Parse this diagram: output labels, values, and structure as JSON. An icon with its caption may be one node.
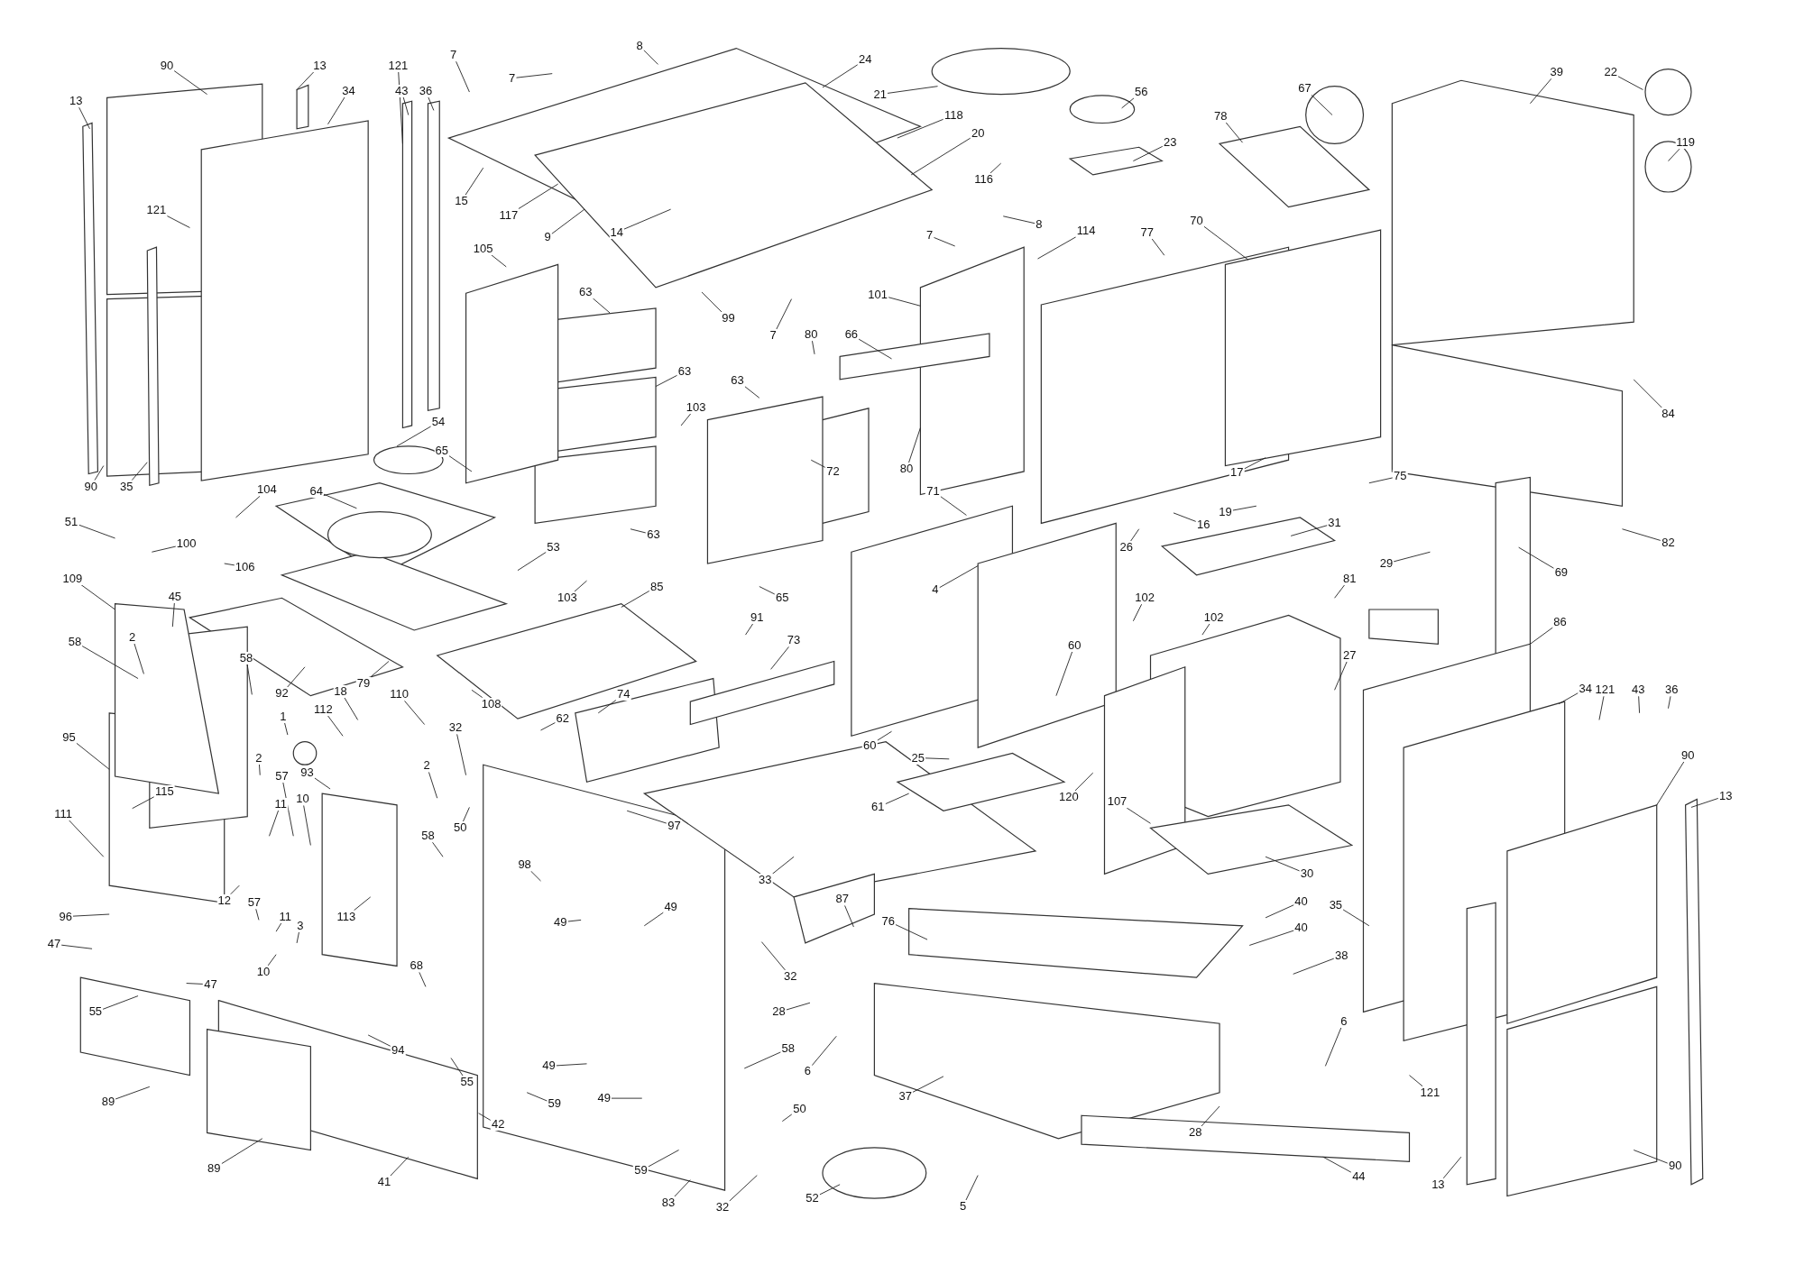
{
  "diagram": {
    "nodes": [
      {
        "text": [
          "90"
        ]
      },
      {
        "text": [
          "13"
        ]
      },
      {
        "text": [
          "121"
        ]
      },
      {
        "text": [
          "43"
        ]
      },
      {
        "text": [
          "36"
        ]
      },
      {
        "text": [
          "7"
        ]
      },
      {
        "text": [
          "8"
        ]
      },
      {
        "text": [
          "24"
        ]
      },
      {
        "text": [
          "39"
        ]
      },
      {
        "text": [
          "22"
        ]
      },
      {
        "text": [
          "7"
        ]
      },
      {
        "text": [
          "21"
        ]
      },
      {
        "text": [
          "56"
        ]
      },
      {
        "text": [
          "67"
        ]
      },
      {
        "text": [
          "34"
        ]
      },
      {
        "text": [
          "13"
        ]
      },
      {
        "text": [
          "118"
        ]
      },
      {
        "text": [
          "78"
        ]
      },
      {
        "text": [
          "119"
        ]
      },
      {
        "text": [
          "23"
        ]
      },
      {
        "text": [
          "20"
        ]
      },
      {
        "text": [
          "116"
        ]
      },
      {
        "text": [
          "15"
        ]
      },
      {
        "text": [
          "117"
        ]
      },
      {
        "text": [
          "9"
        ]
      },
      {
        "text": [
          "14"
        ]
      },
      {
        "text": [
          "121"
        ]
      },
      {
        "text": [
          "8"
        ]
      },
      {
        "text": [
          "7"
        ]
      },
      {
        "text": [
          "114"
        ]
      },
      {
        "text": [
          "77"
        ]
      },
      {
        "text": [
          "70"
        ]
      },
      {
        "text": [
          "105"
        ]
      },
      {
        "text": [
          "63"
        ]
      },
      {
        "text": [
          "101"
        ]
      },
      {
        "text": [
          "99"
        ]
      },
      {
        "text": [
          "66"
        ]
      },
      {
        "text": [
          "80"
        ]
      },
      {
        "text": [
          "7"
        ]
      },
      {
        "text": [
          "63"
        ]
      },
      {
        "text": [
          "63"
        ]
      },
      {
        "text": [
          "103"
        ]
      },
      {
        "text": [
          "84"
        ]
      },
      {
        "text": [
          "54"
        ]
      },
      {
        "text": [
          "65"
        ]
      },
      {
        "text": [
          "80"
        ]
      },
      {
        "text": [
          "72"
        ]
      },
      {
        "text": [
          "17"
        ]
      },
      {
        "text": [
          "75"
        ]
      },
      {
        "text": [
          "90"
        ]
      },
      {
        "text": [
          "35"
        ]
      },
      {
        "text": [
          "104"
        ]
      },
      {
        "text": [
          "64"
        ]
      },
      {
        "text": [
          "71"
        ]
      },
      {
        "text": [
          "19"
        ]
      },
      {
        "text": [
          "16"
        ]
      },
      {
        "text": [
          "31"
        ]
      },
      {
        "text": [
          "51"
        ]
      },
      {
        "text": [
          "63"
        ]
      },
      {
        "text": [
          "82"
        ]
      },
      {
        "text": [
          "100"
        ]
      },
      {
        "text": [
          "26"
        ]
      },
      {
        "text": [
          "53"
        ]
      },
      {
        "text": [
          "29"
        ]
      },
      {
        "text": [
          "106"
        ]
      },
      {
        "text": [
          "69"
        ]
      },
      {
        "text": [
          "109"
        ]
      },
      {
        "text": [
          "85"
        ]
      },
      {
        "text": [
          "81"
        ]
      },
      {
        "text": [
          "4"
        ]
      },
      {
        "text": [
          "45"
        ]
      },
      {
        "text": [
          "102"
        ]
      },
      {
        "text": [
          "103"
        ]
      },
      {
        "text": [
          "65"
        ]
      },
      {
        "text": [
          "91"
        ]
      },
      {
        "text": [
          "102"
        ]
      },
      {
        "text": [
          "86"
        ]
      },
      {
        "text": [
          "2"
        ]
      },
      {
        "text": [
          "58"
        ]
      },
      {
        "text": [
          "73"
        ]
      },
      {
        "text": [
          "60"
        ]
      },
      {
        "text": [
          "27"
        ]
      },
      {
        "text": [
          "92"
        ]
      },
      {
        "text": [
          "79"
        ]
      },
      {
        "text": [
          "58"
        ]
      },
      {
        "text": [
          "18"
        ]
      },
      {
        "text": [
          "110"
        ]
      },
      {
        "text": [
          "108"
        ]
      },
      {
        "text": [
          "74"
        ]
      },
      {
        "text": [
          "34"
        ]
      },
      {
        "text": [
          "121"
        ]
      },
      {
        "text": [
          "43"
        ]
      },
      {
        "text": [
          "36"
        ]
      },
      {
        "text": [
          "1"
        ]
      },
      {
        "text": [
          "112"
        ]
      },
      {
        "text": [
          "62"
        ]
      },
      {
        "text": [
          "32"
        ]
      },
      {
        "text": [
          "2"
        ]
      },
      {
        "text": [
          "93"
        ]
      },
      {
        "text": [
          "60"
        ]
      },
      {
        "text": [
          "95"
        ]
      },
      {
        "text": [
          "90"
        ]
      },
      {
        "text": [
          "2"
        ]
      },
      {
        "text": [
          "25"
        ]
      },
      {
        "text": [
          "115"
        ]
      },
      {
        "text": [
          "57"
        ]
      },
      {
        "text": [
          "13"
        ]
      },
      {
        "text": [
          "120"
        ]
      },
      {
        "text": [
          "107"
        ]
      },
      {
        "text": [
          "10"
        ]
      },
      {
        "text": [
          "11"
        ]
      },
      {
        "text": [
          "61"
        ]
      },
      {
        "text": [
          "97"
        ]
      },
      {
        "text": [
          "50"
        ]
      },
      {
        "text": [
          "111"
        ]
      },
      {
        "text": [
          "58"
        ]
      },
      {
        "text": [
          "98"
        ]
      },
      {
        "text": [
          "30"
        ]
      },
      {
        "text": [
          "33"
        ]
      },
      {
        "text": [
          "87"
        ]
      },
      {
        "text": [
          "12"
        ]
      },
      {
        "text": [
          "57"
        ]
      },
      {
        "text": [
          "35"
        ]
      },
      {
        "text": [
          "49"
        ]
      },
      {
        "text": [
          "113"
        ]
      },
      {
        "text": [
          "11"
        ]
      },
      {
        "text": [
          "96"
        ]
      },
      {
        "text": [
          "49"
        ]
      },
      {
        "text": [
          "3"
        ]
      },
      {
        "text": [
          "40"
        ]
      },
      {
        "text": [
          "47"
        ]
      },
      {
        "text": [
          "76"
        ]
      },
      {
        "text": [
          "38"
        ]
      },
      {
        "text": [
          "40"
        ]
      },
      {
        "text": [
          "68"
        ]
      },
      {
        "text": [
          "10"
        ]
      },
      {
        "text": [
          "32"
        ]
      },
      {
        "text": [
          "47"
        ]
      },
      {
        "text": [
          "55"
        ]
      },
      {
        "text": [
          "28"
        ]
      },
      {
        "text": [
          "6"
        ]
      },
      {
        "text": [
          "6"
        ]
      },
      {
        "text": [
          "58"
        ]
      },
      {
        "text": [
          "94"
        ]
      },
      {
        "text": [
          "49"
        ]
      },
      {
        "text": [
          "55"
        ]
      },
      {
        "text": [
          "121"
        ]
      },
      {
        "text": [
          "37"
        ]
      },
      {
        "text": [
          "89"
        ]
      },
      {
        "text": [
          "59"
        ]
      },
      {
        "text": [
          "49"
        ]
      },
      {
        "text": [
          "50"
        ]
      },
      {
        "text": [
          "42"
        ]
      },
      {
        "text": [
          "28"
        ]
      },
      {
        "text": [
          "89"
        ]
      },
      {
        "text": [
          "90"
        ]
      },
      {
        "text": [
          "44"
        ]
      },
      {
        "text": [
          "41"
        ]
      },
      {
        "text": [
          "59"
        ]
      },
      {
        "text": [
          "13"
        ]
      },
      {
        "text": [
          "83"
        ]
      },
      {
        "text": [
          "32"
        ]
      },
      {
        "text": [
          "52"
        ]
      },
      {
        "text": [
          "5"
        ]
      }
    ],
    "edges": [
      {
        "from": 0,
        "to": null,
        "arrow": "none"
      },
      {
        "from": 1,
        "to": null,
        "arrow": "none"
      },
      {
        "from": 2,
        "to": null,
        "arrow": "none"
      },
      {
        "from": 3,
        "to": null,
        "arrow": "none"
      },
      {
        "from": 4,
        "to": null,
        "arrow": "none"
      },
      {
        "from": 5,
        "to": null,
        "arrow": "none"
      },
      {
        "from": 6,
        "to": null,
        "arrow": "none"
      },
      {
        "from": 7,
        "to": null,
        "arrow": "none"
      },
      {
        "from": 8,
        "to": null,
        "arrow": "none"
      },
      {
        "from": 9,
        "to": null,
        "arrow": "none"
      },
      {
        "from": 10,
        "to": null,
        "arrow": "none"
      },
      {
        "from": 11,
        "to": null,
        "arrow": "none"
      },
      {
        "from": 12,
        "to": null,
        "arrow": "none"
      },
      {
        "from": 13,
        "to": null,
        "arrow": "none"
      },
      {
        "from": 14,
        "to": null,
        "arrow": "none"
      },
      {
        "from": 15,
        "to": null,
        "arrow": "none"
      },
      {
        "from": 16,
        "to": null,
        "arrow": "none"
      },
      {
        "from": 17,
        "to": null,
        "arrow": "none"
      },
      {
        "from": 18,
        "to": null,
        "arrow": "none"
      },
      {
        "from": 19,
        "to": null,
        "arrow": "none"
      },
      {
        "from": 20,
        "to": null,
        "arrow": "none"
      },
      {
        "from": 21,
        "to": null,
        "arrow": "none"
      },
      {
        "from": 22,
        "to": null,
        "arrow": "none"
      },
      {
        "from": 23,
        "to": null,
        "arrow": "none"
      },
      {
        "from": 24,
        "to": null,
        "arrow": "none"
      },
      {
        "from": 25,
        "to": null,
        "arrow": "none"
      },
      {
        "from": 26,
        "to": null,
        "arrow": "none"
      },
      {
        "from": 27,
        "to": null,
        "arrow": "none"
      },
      {
        "from": 28,
        "to": null,
        "arrow": "none"
      },
      {
        "from": 29,
        "to": null,
        "arrow": "none"
      },
      {
        "from": 30,
        "to": null,
        "arrow": "none"
      },
      {
        "from": 31,
        "to": null,
        "arrow": "none"
      },
      {
        "from": 32,
        "to": null,
        "arrow": "none"
      },
      {
        "from": 33,
        "to": null,
        "arrow": "none"
      },
      {
        "from": 34,
        "to": null,
        "arrow": "none"
      },
      {
        "from": 35,
        "to": null,
        "arrow": "none"
      },
      {
        "from": 36,
        "to": null,
        "arrow": "none"
      },
      {
        "from": 37,
        "to": null,
        "arrow": "none"
      },
      {
        "from": 38,
        "to": null,
        "arrow": "none"
      },
      {
        "from": 39,
        "to": null,
        "arrow": "none"
      },
      {
        "from": 40,
        "to": null,
        "arrow": "none"
      },
      {
        "from": 41,
        "to": null,
        "arrow": "none"
      },
      {
        "from": 42,
        "to": null,
        "arrow": "none"
      },
      {
        "from": 43,
        "to": null,
        "arrow": "none"
      },
      {
        "from": 44,
        "to": null,
        "arrow": "none"
      },
      {
        "from": 45,
        "to": null,
        "arrow": "none"
      },
      {
        "from": 46,
        "to": null,
        "arrow": "none"
      },
      {
        "from": 47,
        "to": null,
        "arrow": "none"
      },
      {
        "from": 48,
        "to": null,
        "arrow": "none"
      },
      {
        "from": 49,
        "to": null,
        "arrow": "none"
      },
      {
        "from": 50,
        "to": null,
        "arrow": "none"
      },
      {
        "from": 51,
        "to": null,
        "arrow": "none"
      },
      {
        "from": 52,
        "to": null,
        "arrow": "none"
      },
      {
        "from": 53,
        "to": null,
        "arrow": "none"
      },
      {
        "from": 54,
        "to": null,
        "arrow": "none"
      },
      {
        "from": 55,
        "to": null,
        "arrow": "none"
      },
      {
        "from": 56,
        "to": null,
        "arrow": "none"
      },
      {
        "from": 57,
        "to": null,
        "arrow": "none"
      },
      {
        "from": 58,
        "to": null,
        "arrow": "none"
      },
      {
        "from": 59,
        "to": null,
        "arrow": "none"
      },
      {
        "from": 60,
        "to": null,
        "arrow": "none"
      },
      {
        "from": 61,
        "to": null,
        "arrow": "none"
      },
      {
        "from": 62,
        "to": null,
        "arrow": "none"
      },
      {
        "from": 63,
        "to": null,
        "arrow": "none"
      },
      {
        "from": 64,
        "to": null,
        "arrow": "none"
      },
      {
        "from": 65,
        "to": null,
        "arrow": "none"
      },
      {
        "from": 66,
        "to": null,
        "arrow": "none"
      },
      {
        "from": 67,
        "to": null,
        "arrow": "none"
      },
      {
        "from": 68,
        "to": null,
        "arrow": "none"
      },
      {
        "from": 69,
        "to": null,
        "arrow": "none"
      },
      {
        "from": 70,
        "to": null,
        "arrow": "none"
      },
      {
        "from": 71,
        "to": null,
        "arrow": "none"
      },
      {
        "from": 72,
        "to": null,
        "arrow": "none"
      },
      {
        "from": 73,
        "to": null,
        "arrow": "none"
      },
      {
        "from": 74,
        "to": null,
        "arrow": "none"
      },
      {
        "from": 75,
        "to": null,
        "arrow": "none"
      },
      {
        "from": 76,
        "to": null,
        "arrow": "none"
      },
      {
        "from": 77,
        "to": null,
        "arrow": "none"
      },
      {
        "from": 78,
        "to": null,
        "arrow": "none"
      },
      {
        "from": 79,
        "to": null,
        "arrow": "none"
      },
      {
        "from": 80,
        "to": null,
        "arrow": "none"
      },
      {
        "from": 81,
        "to": null,
        "arrow": "none"
      },
      {
        "from": 82,
        "to": null,
        "arrow": "none"
      },
      {
        "from": 83,
        "to": null,
        "arrow": "none"
      },
      {
        "from": 84,
        "to": null,
        "arrow": "none"
      },
      {
        "from": 85,
        "to": null,
        "arrow": "none"
      },
      {
        "from": 86,
        "to": null,
        "arrow": "none"
      },
      {
        "from": 87,
        "to": null,
        "arrow": "none"
      },
      {
        "from": 88,
        "to": null,
        "arrow": "none"
      },
      {
        "from": 89,
        "to": null,
        "arrow": "none"
      },
      {
        "from": 90,
        "to": null,
        "arrow": "none"
      },
      {
        "from": 91,
        "to": null,
        "arrow": "none"
      },
      {
        "from": 92,
        "to": null,
        "arrow": "none"
      },
      {
        "from": 93,
        "to": null,
        "arrow": "none"
      },
      {
        "from": 94,
        "to": null,
        "arrow": "none"
      },
      {
        "from": 95,
        "to": null,
        "arrow": "none"
      },
      {
        "from": 96,
        "to": null,
        "arrow": "none"
      },
      {
        "from": 97,
        "to": null,
        "arrow": "none"
      },
      {
        "from": 98,
        "to": null,
        "arrow": "none"
      },
      {
        "from": 99,
        "to": null,
        "arrow": "none"
      },
      {
        "from": 100,
        "to": null,
        "arrow": "none"
      },
      {
        "from": 101,
        "to": null,
        "arrow": "none"
      },
      {
        "from": 102,
        "to": null,
        "arrow": "none"
      },
      {
        "from": 103,
        "to": null,
        "arrow": "none"
      },
      {
        "from": 104,
        "to": null,
        "arrow": "none"
      },
      {
        "from": 105,
        "to": null,
        "arrow": "none"
      },
      {
        "from": 106,
        "to": null,
        "arrow": "none"
      },
      {
        "from": 107,
        "to": null,
        "arrow": "none"
      },
      {
        "from": 108,
        "to": null,
        "arrow": "none"
      },
      {
        "from": 109,
        "to": null,
        "arrow": "none"
      },
      {
        "from": 110,
        "to": null,
        "arrow": "none"
      },
      {
        "from": 111,
        "to": null,
        "arrow": "none"
      },
      {
        "from": 112,
        "to": null,
        "arrow": "none"
      },
      {
        "from": 113,
        "to": null,
        "arrow": "none"
      },
      {
        "from": 114,
        "to": null,
        "arrow": "none"
      },
      {
        "from": 115,
        "to": null,
        "arrow": "none"
      },
      {
        "from": 116,
        "to": null,
        "arrow": "none"
      },
      {
        "from": 117,
        "to": null,
        "arrow": "none"
      },
      {
        "from": 118,
        "to": null,
        "arrow": "none"
      },
      {
        "from": 119,
        "to": null,
        "arrow": "none"
      },
      {
        "from": 120,
        "to": null,
        "arrow": "none"
      },
      {
        "from": 121,
        "to": null,
        "arrow": "none"
      },
      {
        "from": 122,
        "to": null,
        "arrow": "none"
      },
      {
        "from": 123,
        "to": null,
        "arrow": "none"
      },
      {
        "from": 124,
        "to": null,
        "arrow": "none"
      },
      {
        "from": 125,
        "to": null,
        "arrow": "none"
      },
      {
        "from": 126,
        "to": null,
        "arrow": "none"
      },
      {
        "from": 127,
        "to": null,
        "arrow": "none"
      },
      {
        "from": 128,
        "to": null,
        "arrow": "none"
      },
      {
        "from": 129,
        "to": null,
        "arrow": "none"
      },
      {
        "from": 130,
        "to": null,
        "arrow": "none"
      },
      {
        "from": 131,
        "to": null,
        "arrow": "none"
      },
      {
        "from": 132,
        "to": null,
        "arrow": "none"
      },
      {
        "from": 133,
        "to": null,
        "arrow": "none"
      },
      {
        "from": 134,
        "to": null,
        "arrow": "none"
      },
      {
        "from": 135,
        "to": null,
        "arrow": "none"
      },
      {
        "from": 136,
        "to": null,
        "arrow": "none"
      },
      {
        "from": 137,
        "to": null,
        "arrow": "none"
      },
      {
        "from": 138,
        "to": null,
        "arrow": "none"
      },
      {
        "from": 139,
        "to": null,
        "arrow": "none"
      },
      {
        "from": 140,
        "to": null,
        "arrow": "none"
      },
      {
        "from": 141,
        "to": null,
        "arrow": "none"
      },
      {
        "from": 142,
        "to": null,
        "arrow": "none"
      },
      {
        "from": 143,
        "to": null,
        "arrow": "none"
      },
      {
        "from": 144,
        "to": null,
        "arrow": "none"
      },
      {
        "from": 145,
        "to": null,
        "arrow": "none"
      },
      {
        "from": 146,
        "to": null,
        "arrow": "none"
      },
      {
        "from": 147,
        "to": null,
        "arrow": "none"
      },
      {
        "from": 148,
        "to": null,
        "arrow": "none"
      },
      {
        "from": 149,
        "to": null,
        "arrow": "none"
      },
      {
        "from": 150,
        "to": null,
        "arrow": "none"
      },
      {
        "from": 151,
        "to": null,
        "arrow": "none"
      },
      {
        "from": 152,
        "to": null,
        "arrow": "none"
      },
      {
        "from": 153,
        "to": null,
        "arrow": "none"
      },
      {
        "from": 154,
        "to": null,
        "arrow": "none"
      },
      {
        "from": 155,
        "to": null,
        "arrow": "none"
      },
      {
        "from": 156,
        "to": null,
        "arrow": "none"
      },
      {
        "from": 157,
        "to": null,
        "arrow": "none"
      },
      {
        "from": 158,
        "to": null,
        "arrow": "none"
      },
      {
        "from": 159,
        "to": null,
        "arrow": "none"
      },
      {
        "from": 160,
        "to": null,
        "arrow": "none"
      },
      {
        "from": 161,
        "to": null,
        "arrow": "none"
      },
      {
        "from": 162,
        "to": null,
        "arrow": "none"
      },
      {
        "from": 163,
        "to": null,
        "arrow": "none"
      }
    ]
  }
}
